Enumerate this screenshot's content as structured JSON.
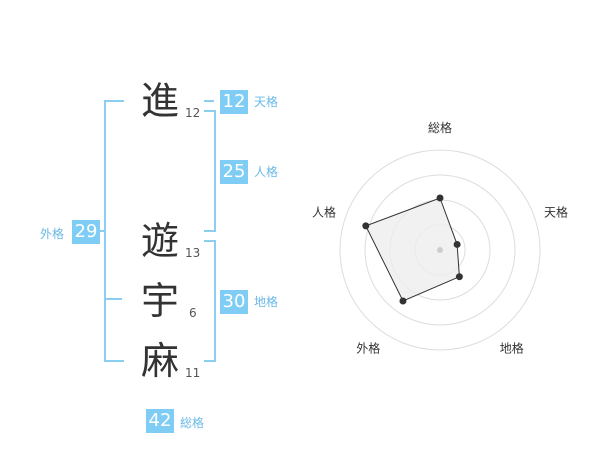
{
  "name_chars": [
    {
      "char": "進",
      "strokes": "12"
    },
    {
      "char": "遊",
      "strokes": "13"
    },
    {
      "char": "宇",
      "strokes": "6"
    },
    {
      "char": "麻",
      "strokes": "11"
    }
  ],
  "fortune": {
    "tenkaku": {
      "label": "天格",
      "value": "12"
    },
    "jinkaku": {
      "label": "人格",
      "value": "25"
    },
    "chikaku": {
      "label": "地格",
      "value": "30"
    },
    "gaikaku": {
      "label": "外格",
      "value": "29"
    },
    "soukaku": {
      "label": "総格",
      "value": "42"
    }
  },
  "colors": {
    "badge": "#7fcdf5",
    "bracket": "#8ccdf2",
    "radar_fill": "#eeeeee",
    "radar_line": "#333333"
  },
  "chart_data": {
    "type": "radar",
    "axes": [
      "総格",
      "天格",
      "地格",
      "外格",
      "人格"
    ],
    "values": [
      0.52,
      0.18,
      0.33,
      0.63,
      0.78
    ],
    "rings": 4
  }
}
